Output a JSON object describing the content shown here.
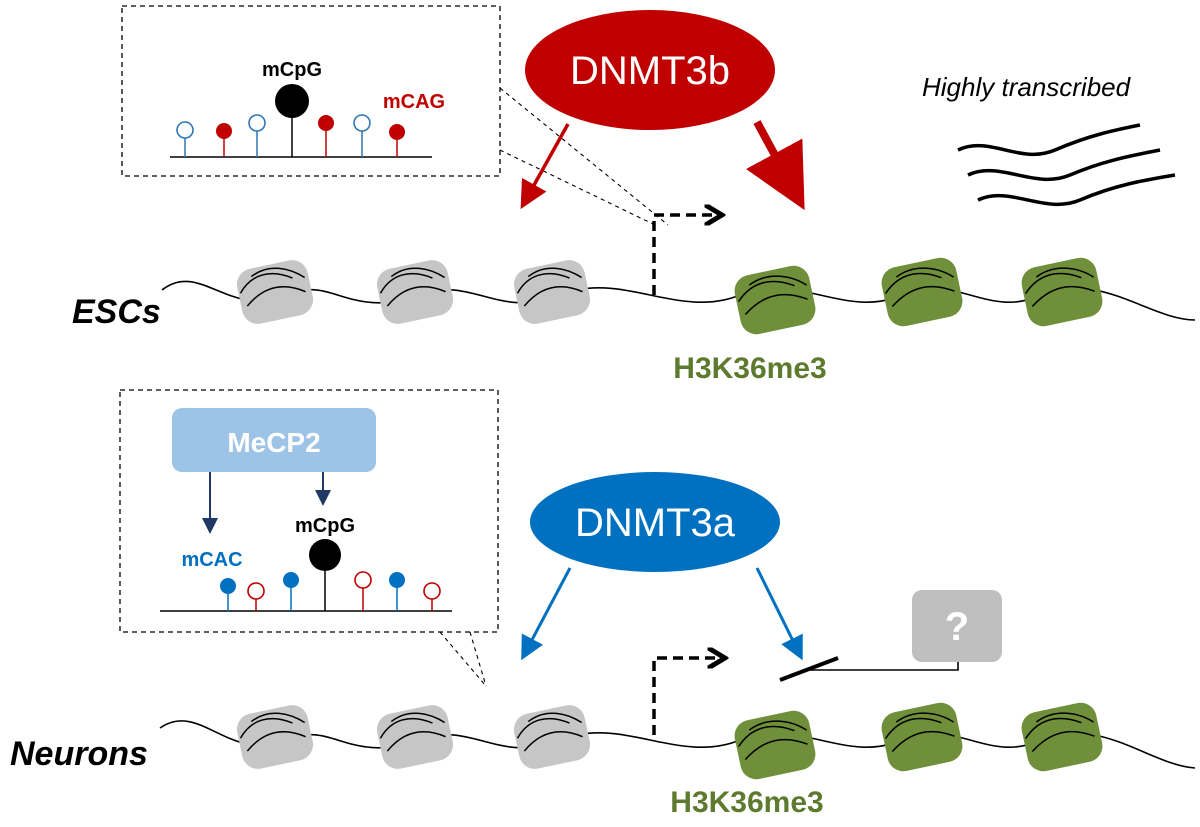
{
  "top": {
    "enzyme_label": "DNMT3b",
    "enzyme_color": "#c00000",
    "cell_label": "ESCs",
    "mark_label": "H3K36me3",
    "note_label": "Highly transcribed",
    "inset": {
      "mcpg_label": "mCpG",
      "mch_label": "mCAG"
    }
  },
  "bottom": {
    "enzyme_label": "DNMT3a",
    "enzyme_color": "#0070c0",
    "cell_label": "Neurons",
    "mark_label": "H3K36me3",
    "unknown_label": "?",
    "inset": {
      "reader_label": "MeCP2",
      "mcpg_label": "mCpG",
      "mch_label": "mCAC"
    }
  },
  "colors": {
    "green": "#5d7a2e",
    "nucleosome_green": "#6f8f3a",
    "nucleosome_gray": "#c6c6c6",
    "mecp2": "#9dc3e6",
    "dark_blue": "#1f3864",
    "unknown_box": "#bfbfbf"
  }
}
